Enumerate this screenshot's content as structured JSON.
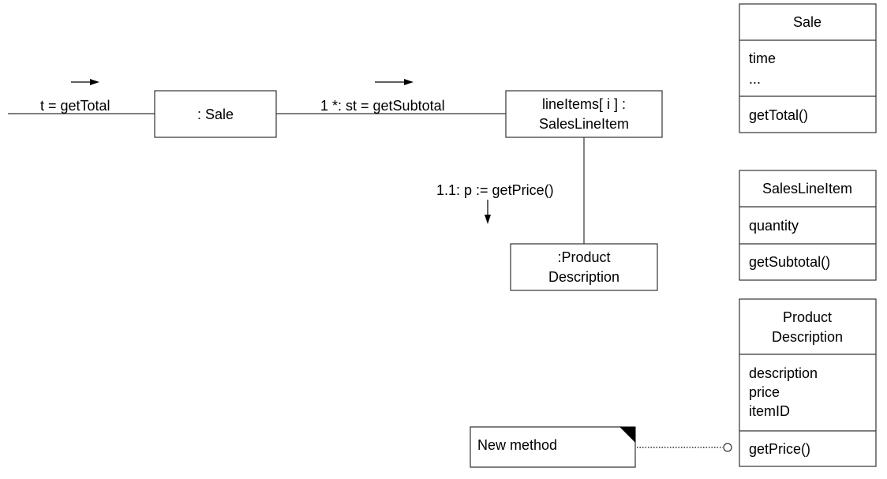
{
  "collaboration": {
    "entry_message": "t = getTotal",
    "sale_instance": ": Sale",
    "subtotal_message": "1 *: st = getSubtotal",
    "line_item_instance": [
      "lineItems[ i ] :",
      "SalesLineItem"
    ],
    "price_message": "1.1: p := getPrice()",
    "product_instance": [
      ":Product",
      "Description"
    ]
  },
  "classes": {
    "sale": {
      "name": [
        "Sale"
      ],
      "attributes": [
        "time",
        "..."
      ],
      "operations": [
        "getTotal()"
      ]
    },
    "sales_line_item": {
      "name": [
        "SalesLineItem"
      ],
      "attributes": [
        "quantity"
      ],
      "operations": [
        "getSubtotal()"
      ]
    },
    "product_description": {
      "name": [
        "Product",
        "Description"
      ],
      "attributes": [
        "description",
        "price",
        "itemID"
      ],
      "operations": [
        "getPrice()"
      ]
    }
  },
  "note": {
    "text": "New method"
  }
}
